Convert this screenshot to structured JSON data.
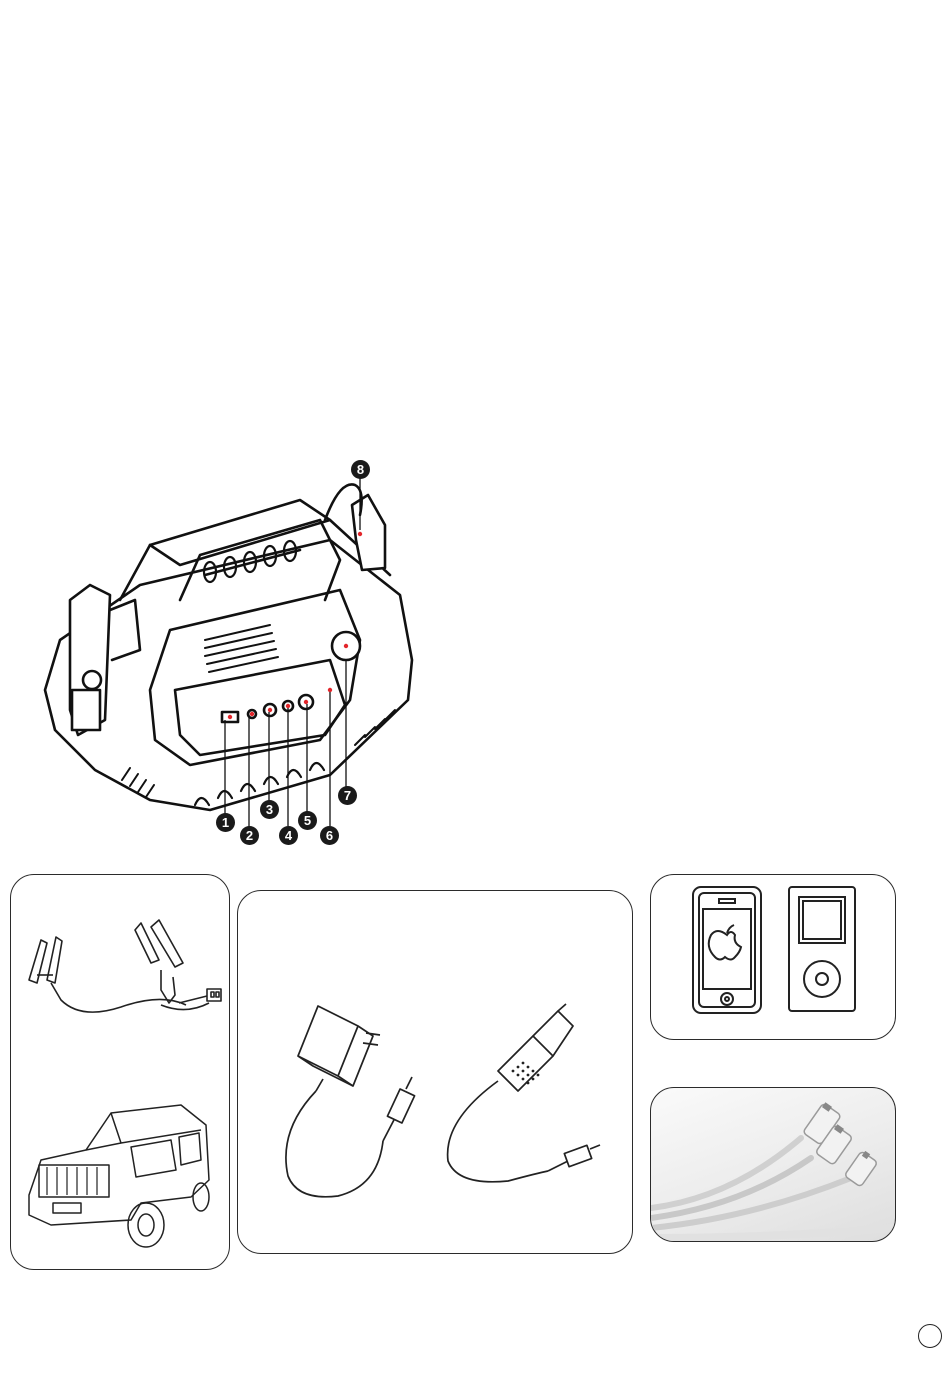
{
  "callouts": [
    "1",
    "2",
    "3",
    "4",
    "5",
    "6",
    "7",
    "8"
  ],
  "accent_color": "#e3262b",
  "icons": {
    "main_device": "jump-starter-icon",
    "clamps": "battery-clamp-cable-icon",
    "vehicle": "suv-car-icon",
    "ac_adapter": "wall-charger-icon",
    "car_adapter": "car-charger-icon",
    "phone": "smartphone-icon",
    "player": "mp3-player-icon",
    "usb_cable": "usb-multi-cable-photo"
  }
}
